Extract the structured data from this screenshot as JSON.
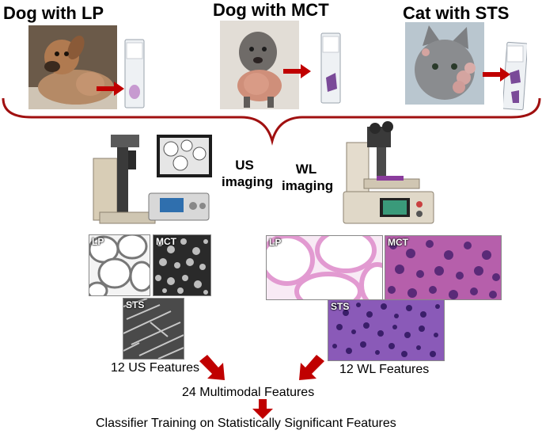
{
  "animals": [
    {
      "title": "Dog with LP"
    },
    {
      "title": "Dog with MCT"
    },
    {
      "title": "Cat with STS"
    }
  ],
  "imaging": {
    "us": {
      "line1": "US",
      "line2": "imaging"
    },
    "wl": {
      "line1": "WL",
      "line2": "imaging"
    }
  },
  "us_tiles": {
    "lp": "LP",
    "mct": "MCT",
    "sts": "STS"
  },
  "wl_tiles": {
    "lp": "LP",
    "mct": "MCT",
    "sts": "STS"
  },
  "features": {
    "us": "12 US Features",
    "wl": "12 WL Features",
    "multimodal": "24 Multimodal Features",
    "classifier": "Classifier Training on Statistically Significant Features"
  },
  "colors": {
    "arrow": "#c00000",
    "brace": "#a01010",
    "he_pink": "#e8a6d6",
    "he_purple": "#8a3c9c"
  }
}
